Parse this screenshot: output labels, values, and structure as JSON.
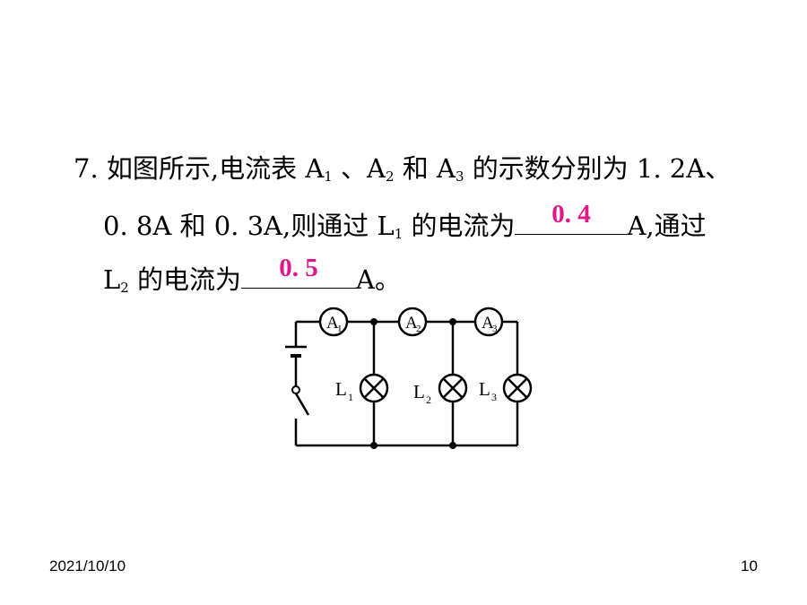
{
  "question": {
    "line1_a": "7. 如图所示,电流表 A",
    "line1_s1": "1",
    "line1_b": " 、A",
    "line1_s2": "2",
    "line1_c": " 和 A",
    "line1_s3": "3",
    "line1_d": " 的示数分别为 1. 2A、",
    "line2_a": "0. 8A 和 0. 3A,则通过 L",
    "line2_s1": "1",
    "line2_b": " 的电流为",
    "answer1": "0. 4",
    "line2_c": "A,通过",
    "line3_a": "L",
    "line3_s1": "2",
    "line3_b": " 的电流为",
    "answer2": "0. 5",
    "line3_c": "A。"
  },
  "circuit": {
    "ammeters": [
      {
        "letter": "A",
        "sub": "1"
      },
      {
        "letter": "A",
        "sub": "2"
      },
      {
        "letter": "A",
        "sub": "3"
      }
    ],
    "lamps": [
      {
        "letter": "L",
        "sub": "1"
      },
      {
        "letter": "L",
        "sub": "2"
      },
      {
        "letter": "L",
        "sub": "3"
      }
    ]
  },
  "footer": {
    "date": "2021/10/10",
    "page": "10"
  },
  "colors": {
    "answer": "#e0168a"
  }
}
